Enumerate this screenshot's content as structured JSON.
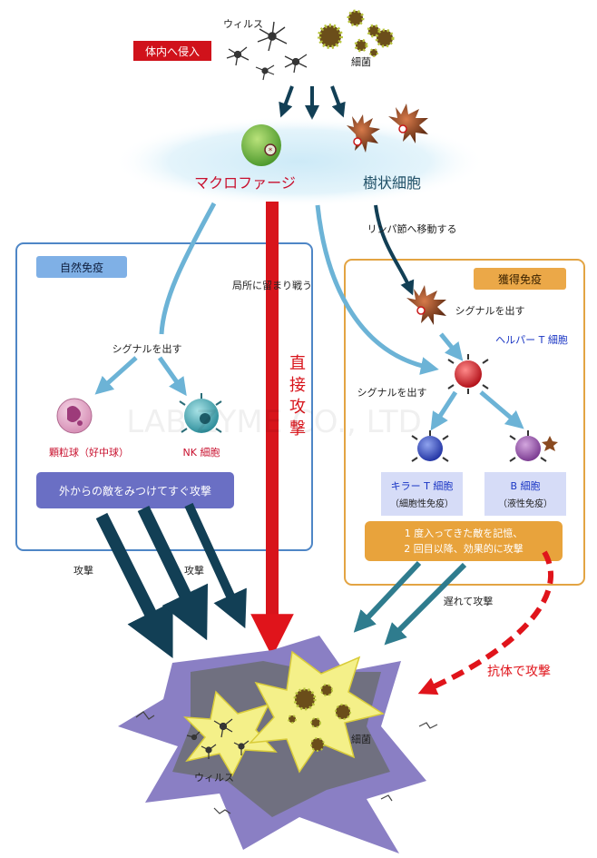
{
  "top": {
    "invasion_badge": "体内へ侵入",
    "virus_label": "ウィルス",
    "bacteria_label": "細菌"
  },
  "macrophage_label": "マクロファージ",
  "dendritic_label": "樹状細胞",
  "lymph_move_label": "リンパ節へ移動する",
  "local_fight_label": "局所に留まり戦う",
  "direct_attack_chars": [
    "直",
    "接",
    "攻",
    "撃"
  ],
  "innate": {
    "title": "自然免疫",
    "signal_label": "シグナルを出す",
    "granulocyte_label": "顆粒球（好中球）",
    "nk_label": "NK 細胞",
    "summary": "外からの敵をみつけてすぐ攻撃",
    "attack_label_1": "攻撃",
    "attack_label_2": "攻撃"
  },
  "acquired": {
    "title": "獲得免疫",
    "signal_label_1": "シグナルを出す",
    "helper_label": "ヘルパー T 細胞",
    "signal_label_2": "シグナルを出す",
    "killer_label": "キラー T 細胞",
    "killer_sub": "（細胞性免疫）",
    "b_label": "B 細胞",
    "b_sub": "（液性免疫）",
    "summary_line1": "1 度入ってきた敵を記憶、",
    "summary_line2": "2 回目以降、効果的に攻撃",
    "delayed_attack_label": "遅れて攻撃",
    "antibody_attack_label": "抗体で攻撃"
  },
  "bottom": {
    "virus_label": "ウィルス",
    "bacteria_label": "細菌"
  },
  "watermark": "LAB ZYME CO., LTD",
  "colors": {
    "red_arrow": "#d8141b",
    "dark_teal_arrow": "#123f55",
    "light_blue_arrow": "#6cb3d6",
    "innate_box_border": "#4e86c6",
    "acquired_box_border": "#e3a443",
    "innate_summary_bg": "#6a6fc4",
    "acquired_summary_bg": "#e8a33c",
    "title_red": "#c8102e",
    "title_teal": "#1f4f66"
  }
}
